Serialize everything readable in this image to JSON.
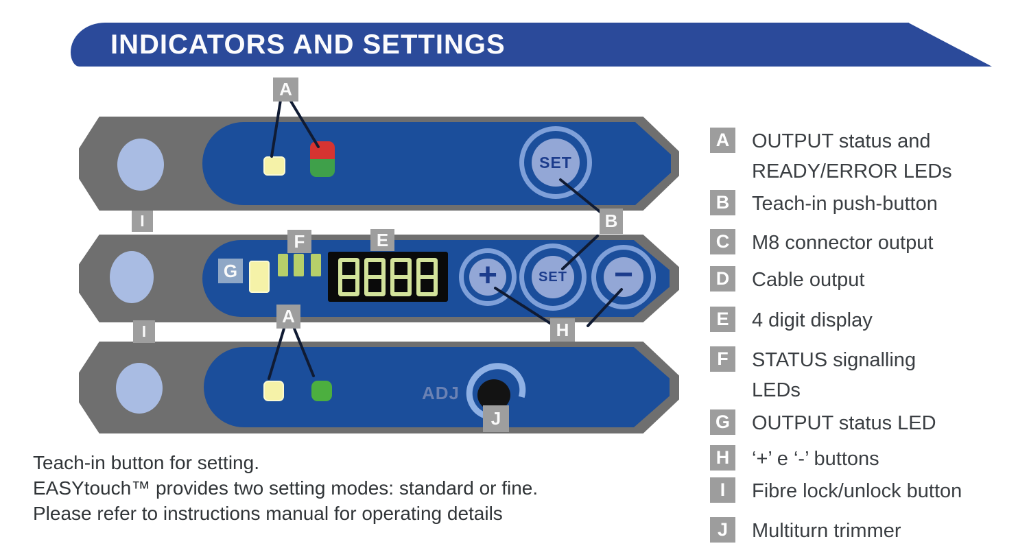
{
  "banner": {
    "title": "INDICATORS AND SETTINGS"
  },
  "device1": {
    "set_label": "SET"
  },
  "device2": {
    "plus_label": "+",
    "set_label": "SET",
    "minus_label": "−",
    "display_value": "8888"
  },
  "device3": {
    "adj_label": "ADJ"
  },
  "callouts": {
    "a_top": "A",
    "i_upper": "I",
    "g": "G",
    "f": "F",
    "e": "E",
    "a_lower": "A",
    "b": "B",
    "h": "H",
    "i_lower": "I",
    "j": "J"
  },
  "legend": [
    {
      "key": "A",
      "label": "OUTPUT status and\nREADY/ERROR LEDs"
    },
    {
      "key": "B",
      "label": "Teach-in push-button"
    },
    {
      "key": "C",
      "label": "M8 connector output"
    },
    {
      "key": "D",
      "label": "Cable output"
    },
    {
      "key": "E",
      "label": "4 digit display"
    },
    {
      "key": "F",
      "label": "STATUS signalling\nLEDs"
    },
    {
      "key": "G",
      "label": "OUTPUT status LED"
    },
    {
      "key": "H",
      "label": "‘+’ e ‘-’ buttons"
    },
    {
      "key": "I",
      "label": "Fibre lock/unlock  button"
    },
    {
      "key": "J",
      "label": "Multiturn trimmer"
    }
  ],
  "footer": {
    "lines": [
      "Teach-in button for setting.",
      "EASYtouch™ provides two setting modes: standard or fine.",
      "Please refer to instructions manual for operating details"
    ]
  },
  "colors": {
    "banner_blue": "#2b4a9a",
    "panel_blue": "#1b4e9b",
    "body_gray": "#6f6f6f",
    "lock_blue": "#a9bce3",
    "led_yellow": "#f5f2a8",
    "led_red": "#d63431",
    "led_green": "#3fa04a",
    "status_led_green": "#b7cf6a",
    "display_segment": "#d3e39b",
    "display_bg": "#0a0a0a",
    "button_ring": "#7fa0d9",
    "button_fill": "#93a7d6",
    "button_symbol": "#1c3c8c",
    "callout_gray": "#9e9e9e",
    "legend_text": "#3a3e42"
  }
}
